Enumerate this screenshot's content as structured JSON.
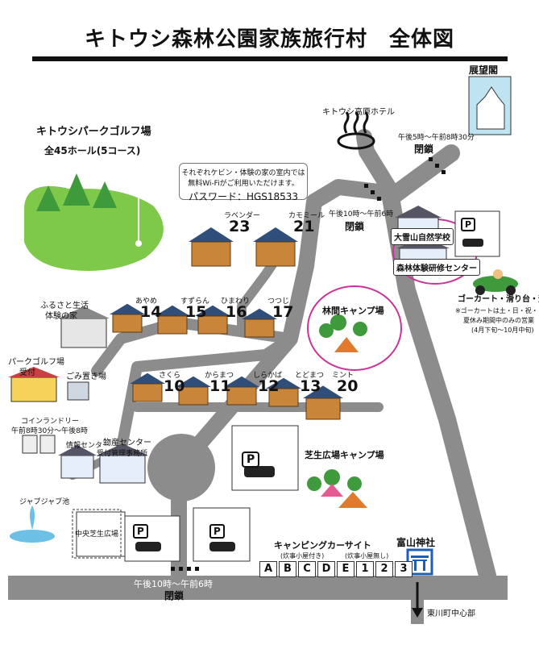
{
  "title": "キトウシ森林公園家族旅行村　全体図",
  "park_golf": {
    "name": "キトウシパークゴルフ場",
    "holes": "全45ホール(5コース)"
  },
  "observatory": "展望閣",
  "hotel": "キトウシ高原ホテル",
  "closures": {
    "upper": {
      "time": "午後5時～午前8時30分",
      "label": "閉鎖"
    },
    "middle": {
      "time": "午後10時～午前6時",
      "label": "閉鎖"
    },
    "bottom": {
      "time": "午後10時～午前6時",
      "label": "閉鎖"
    }
  },
  "wifi": {
    "line1": "それぞれケビン・体験の家の室内では",
    "line2": "無料Wi-Fiがご利用いただけます。",
    "password": "パスワード：HGS18533"
  },
  "school": {
    "name": "大雪山自然学校",
    "center": "森林体験研修センター"
  },
  "gokart": {
    "title": "ゴーカート・滑り台・遊具",
    "note1": "※ゴーカートは土・日・祝・",
    "note2": "夏休み期間中のみの営業",
    "note3": "(4月下旬～10月中旬)"
  },
  "cabins_upper": [
    {
      "name": "ラベンダー",
      "num": "23"
    },
    {
      "name": "カモミール",
      "num": "21"
    }
  ],
  "cabins_mid": [
    {
      "name": "あやめ",
      "num": "14"
    },
    {
      "name": "すずらん",
      "num": "15"
    },
    {
      "name": "ひまわり",
      "num": "16"
    },
    {
      "name": "つつじ",
      "num": "17"
    }
  ],
  "cabins_low": [
    {
      "name": "さくら",
      "num": "10"
    },
    {
      "name": "からまつ",
      "num": "11"
    },
    {
      "name": "しらかば",
      "num": "12"
    },
    {
      "name": "とどまつ",
      "num": "13"
    },
    {
      "name": "ミント",
      "num": "20"
    }
  ],
  "furusato": {
    "line1": "ふるさと生活",
    "line2": "体験の家"
  },
  "forest_camp": "林間キャンプ場",
  "lawn_camp": "芝生広場キャンプ場",
  "parkgolf_reception": {
    "line1": "パークゴルフ場",
    "line2": "受付"
  },
  "garbage": "ごみ置き場",
  "laundry": {
    "name": "コインランドリー",
    "hours": "午前8時30分～午後8時"
  },
  "info_center": "情報センター",
  "product_center": {
    "name": "物産センター",
    "sub": "受付管理事務所"
  },
  "jabujabu": "ジャブジャブ池",
  "central_plaza": "中央芝生広場",
  "parking": "P",
  "camping_car": {
    "title": "キャンピングカーサイト",
    "with_water": "(炊事小屋付き)",
    "without_water": "(炊事小屋無し)",
    "sites_a": [
      "A",
      "B",
      "C",
      "D",
      "E"
    ],
    "sites_b": [
      "1",
      "2",
      "3"
    ]
  },
  "shrine": "富山神社",
  "downtown": "東川町中心部",
  "colors": {
    "road": "#8c8c8c",
    "golf": "#7ec84a",
    "tree": "#3f9a3c",
    "highlight": "#cc3399",
    "closure": "#111111"
  }
}
